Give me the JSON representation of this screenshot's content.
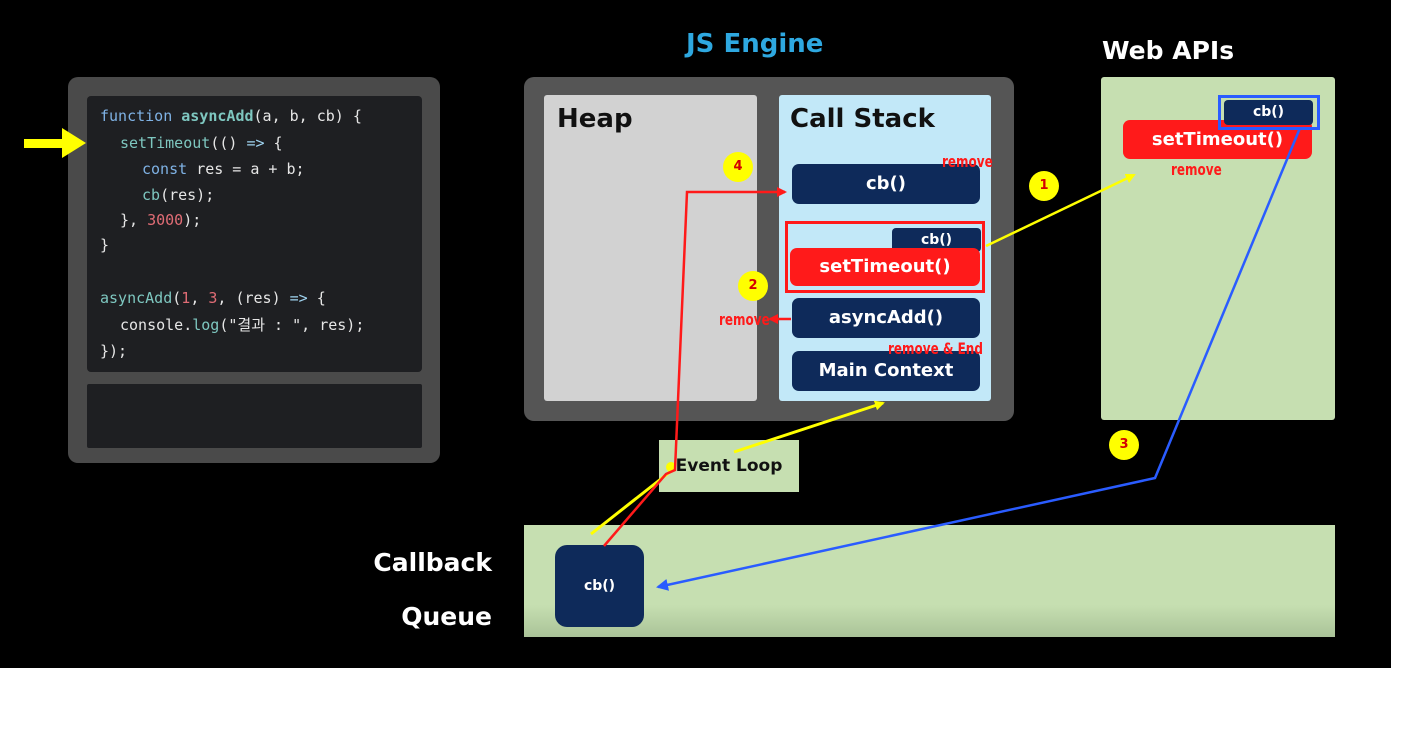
{
  "titles": {
    "js_engine": "JS Engine",
    "web_apis": "Web APIs",
    "callback_queue_line1": "Callback",
    "callback_queue_line2": "Queue"
  },
  "code": {
    "l1_kw": "function ",
    "l1_fn": "asyncAdd",
    "l1_rest": "(a, b, cb) {",
    "l2_fn": "setTimeout",
    "l2_rest": "(() ",
    "l2_op": "=>",
    "l2_end": " {",
    "l3_kw": "const ",
    "l3_rest": "res = a + b;",
    "l4_fn": "cb",
    "l4_rest": "(res);",
    "l5_a": "}, ",
    "l5_num": "3000",
    "l5_b": ");",
    "l6": "}",
    "l8_fn": "asyncAdd",
    "l8_a": "(",
    "l8_n1": "1",
    "l8_b": ", ",
    "l8_n2": "3",
    "l8_c": ", (res) ",
    "l8_op": "=>",
    "l8_d": " {",
    "l9_a": "console.",
    "l9_fn": "log",
    "l9_b": "(\"결과 : \", res);",
    "l10": "});"
  },
  "heap": {
    "label": "Heap"
  },
  "call_stack": {
    "label": "Call Stack",
    "frames": {
      "cb": "cb()",
      "set_timeout_cb": "cb()",
      "set_timeout": "setTimeout()",
      "async_add": "asyncAdd()",
      "main_context": "Main Context"
    }
  },
  "web_apis": {
    "cb": "cb()",
    "set_timeout": "setTimeout()"
  },
  "event_loop": {
    "label": "Event Loop"
  },
  "callback_queue": {
    "cb": "cb()"
  },
  "annotations": {
    "remove_top": "remove",
    "remove_left": "remove",
    "remove_end": "remove & End",
    "remove_webapi": "remove",
    "step1": "1",
    "step2": "2",
    "step3": "3",
    "step4": "4"
  },
  "colors": {
    "background": "#000000",
    "title_blue": "#2ea8e0",
    "frame_navy": "#0e2a5a",
    "frame_red": "#ff1a1a",
    "green_panel": "#c6dfb1",
    "stack_blue": "#c2e8f8",
    "heap_grey": "#d2d2d2",
    "arrow_yellow": "#ffff00",
    "arrow_red": "#ff1a1a",
    "arrow_blue": "#2a5cff"
  }
}
